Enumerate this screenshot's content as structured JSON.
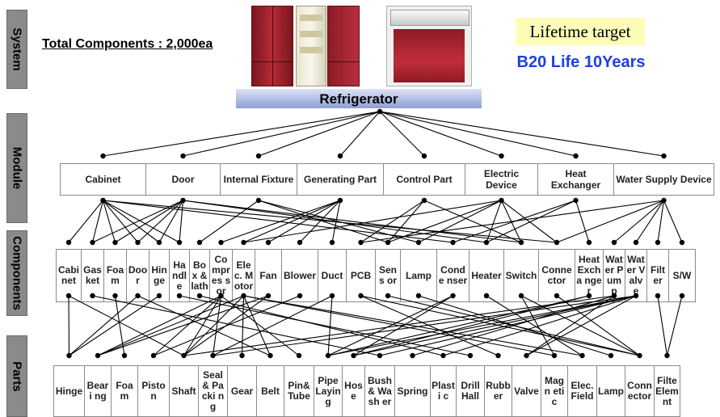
{
  "levels": {
    "system": "System",
    "module": "Module",
    "components": "Components",
    "parts": "Parts"
  },
  "total_components": "Total Components : 2,000ea",
  "lifetime_target": "Lifetime target",
  "life_goal": "B20 Life 10Years",
  "system_name": "Refrigerator",
  "modules": [
    {
      "label": "Cabinet",
      "w": 107
    },
    {
      "label": "Door",
      "w": 93
    },
    {
      "label": "Internal Fixture",
      "w": 96
    },
    {
      "label": "Generating Part",
      "w": 108
    },
    {
      "label": "Control Part",
      "w": 102
    },
    {
      "label": "Electric Device",
      "w": 91
    },
    {
      "label": "Heat Exchanger",
      "w": 95
    },
    {
      "label": "Water Supply Device",
      "w": 125
    }
  ],
  "components": [
    {
      "label": "Cabinet",
      "w": 32
    },
    {
      "label": "Gasket",
      "w": 29
    },
    {
      "label": "Foam",
      "w": 29
    },
    {
      "label": "Door",
      "w": 29
    },
    {
      "label": "Hinge",
      "w": 26
    },
    {
      "label": "Handle",
      "w": 26
    },
    {
      "label": "Box & lath",
      "w": 26
    },
    {
      "label": "Compres sor",
      "w": 29
    },
    {
      "label": "Elec. Motor",
      "w": 29
    },
    {
      "label": "Fan",
      "w": 34
    },
    {
      "label": "Blower",
      "w": 46
    },
    {
      "label": "Duct",
      "w": 36
    },
    {
      "label": "PCB",
      "w": 37
    },
    {
      "label": "Sens or",
      "w": 32
    },
    {
      "label": "Lamp",
      "w": 46
    },
    {
      "label": "Conde nser",
      "w": 41
    },
    {
      "label": "Heater",
      "w": 44
    },
    {
      "label": "Switch",
      "w": 44
    },
    {
      "label": "Conne ctor",
      "w": 46
    },
    {
      "label": "Heat Excha nger",
      "w": 36
    },
    {
      "label": "Wat er Pum p",
      "w": 28
    },
    {
      "label": "Wat er Valv e",
      "w": 28
    },
    {
      "label": "Filt er",
      "w": 28
    },
    {
      "label": "S/W",
      "w": 34
    }
  ],
  "parts": [
    {
      "label": "Hinge",
      "w": 39
    },
    {
      "label": "Beari ng",
      "w": 34
    },
    {
      "label": "Foam",
      "w": 34
    },
    {
      "label": "Piston",
      "w": 40
    },
    {
      "label": "Shaft",
      "w": 37
    },
    {
      "label": "Seal & Packi ng",
      "w": 37
    },
    {
      "label": "Gear",
      "w": 37
    },
    {
      "label": "Belt",
      "w": 35
    },
    {
      "label": "Pin& Tube",
      "w": 38
    },
    {
      "label": "Pipe Layin g",
      "w": 36
    },
    {
      "label": "Hos e",
      "w": 29
    },
    {
      "label": "Bush & Wash er",
      "w": 38
    },
    {
      "label": "Spring",
      "w": 45
    },
    {
      "label": "Plasti c",
      "w": 33
    },
    {
      "label": "Drill Hall",
      "w": 36
    },
    {
      "label": "Rubb er",
      "w": 35
    },
    {
      "label": "Valve",
      "w": 37
    },
    {
      "label": "Magn etic",
      "w": 34
    },
    {
      "label": "Elec. Field",
      "w": 37
    },
    {
      "label": "Lamp",
      "w": 36
    },
    {
      "label": "Conn ector",
      "w": 37
    },
    {
      "label": "Filte Elem nt",
      "w": 33
    }
  ],
  "module_to_component": [
    [
      0,
      0
    ],
    [
      0,
      1
    ],
    [
      0,
      2
    ],
    [
      0,
      3
    ],
    [
      0,
      4
    ],
    [
      0,
      5
    ],
    [
      0,
      15
    ],
    [
      0,
      18
    ],
    [
      1,
      1
    ],
    [
      1,
      2
    ],
    [
      1,
      3
    ],
    [
      1,
      4
    ],
    [
      1,
      5
    ],
    [
      1,
      16
    ],
    [
      1,
      17
    ],
    [
      2,
      6
    ],
    [
      2,
      13
    ],
    [
      2,
      14
    ],
    [
      3,
      7
    ],
    [
      3,
      8
    ],
    [
      3,
      9
    ],
    [
      3,
      10
    ],
    [
      3,
      11
    ],
    [
      4,
      12
    ],
    [
      4,
      13
    ],
    [
      4,
      17
    ],
    [
      5,
      8
    ],
    [
      5,
      13
    ],
    [
      5,
      14
    ],
    [
      5,
      16
    ],
    [
      5,
      17
    ],
    [
      5,
      18
    ],
    [
      6,
      15
    ],
    [
      6,
      16
    ],
    [
      6,
      19
    ],
    [
      7,
      12
    ],
    [
      7,
      18
    ],
    [
      7,
      20
    ],
    [
      7,
      21
    ],
    [
      7,
      22
    ],
    [
      7,
      23
    ]
  ],
  "component_to_part": [
    [
      0,
      0
    ],
    [
      0,
      4
    ],
    [
      1,
      11
    ],
    [
      2,
      2
    ],
    [
      3,
      0
    ],
    [
      3,
      7
    ],
    [
      4,
      0
    ],
    [
      5,
      14
    ],
    [
      6,
      13
    ],
    [
      7,
      3
    ],
    [
      7,
      4
    ],
    [
      7,
      1
    ],
    [
      7,
      5
    ],
    [
      7,
      8
    ],
    [
      8,
      4
    ],
    [
      8,
      1
    ],
    [
      8,
      6
    ],
    [
      8,
      7
    ],
    [
      8,
      17
    ],
    [
      8,
      18
    ],
    [
      9,
      4
    ],
    [
      9,
      1
    ],
    [
      10,
      3
    ],
    [
      11,
      9
    ],
    [
      11,
      5
    ],
    [
      12,
      20
    ],
    [
      12,
      15
    ],
    [
      13,
      20
    ],
    [
      14,
      19
    ],
    [
      15,
      9
    ],
    [
      15,
      10
    ],
    [
      16,
      18
    ],
    [
      17,
      17
    ],
    [
      17,
      20
    ],
    [
      18,
      20
    ],
    [
      19,
      9
    ],
    [
      19,
      10
    ],
    [
      20,
      16
    ],
    [
      20,
      12
    ],
    [
      20,
      4
    ],
    [
      21,
      16
    ],
    [
      21,
      11
    ],
    [
      21,
      13
    ],
    [
      21,
      10
    ],
    [
      21,
      9
    ],
    [
      21,
      5
    ],
    [
      22,
      21
    ],
    [
      23,
      21
    ]
  ],
  "colors": {
    "level_bar": "#8a8a8a",
    "life_goal": "#1f3fe0",
    "lifetime_box": "#fffcb8",
    "link": "#000000",
    "fridge_red": "#a8232e"
  }
}
